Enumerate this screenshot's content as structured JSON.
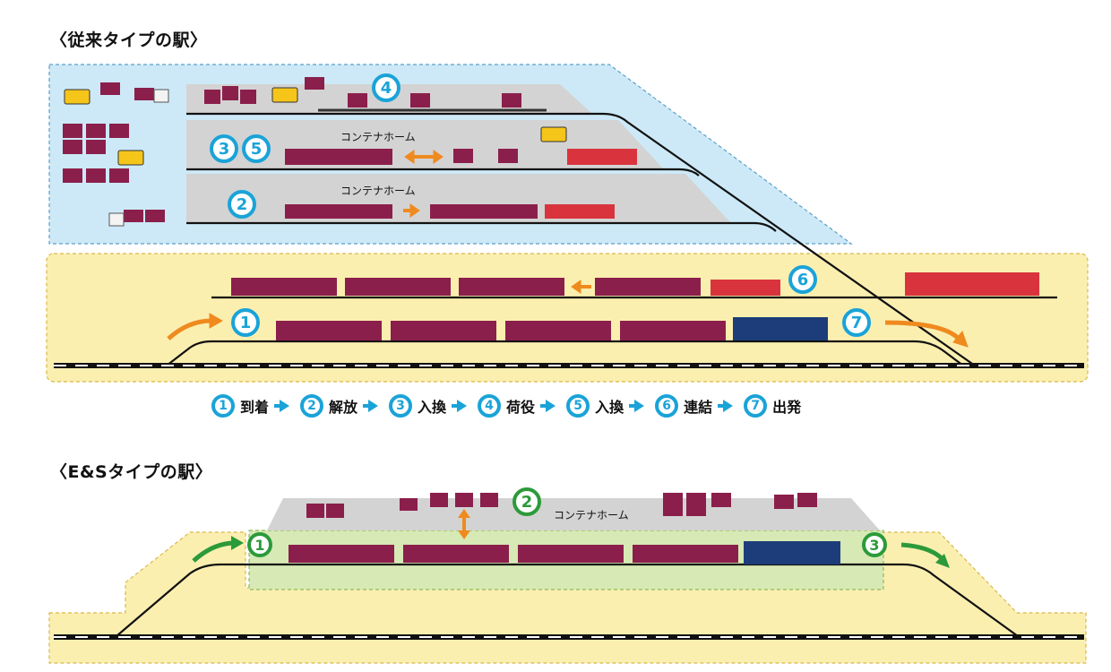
{
  "headings": {
    "conventional": "〈従来タイプの駅〉",
    "es": "〈E&Sタイプの駅〉"
  },
  "platform_label": "コンテナホーム",
  "conventional_badges": {
    "b1": "1",
    "b2": "2",
    "b3": "3",
    "b4": "4",
    "b5": "5",
    "b6": "6",
    "b7": "7"
  },
  "es_badges": {
    "b1": "1",
    "b2": "2",
    "b3": "3"
  },
  "steps": [
    {
      "num": "1",
      "label": "到着"
    },
    {
      "num": "2",
      "label": "解放"
    },
    {
      "num": "3",
      "label": "入換"
    },
    {
      "num": "4",
      "label": "荷役"
    },
    {
      "num": "5",
      "label": "入換"
    },
    {
      "num": "6",
      "label": "連結"
    },
    {
      "num": "7",
      "label": "出発"
    }
  ],
  "colors": {
    "container": "#8b1f4b",
    "yard_blue": "#cde9f7",
    "yard_yellow": "#fbefb0",
    "platform_gray": "#d3d3d3",
    "es_green": "#d7e9b4",
    "badge_blue": "#1aa3d8",
    "badge_green": "#2c9a3a",
    "arrow_orange": "#ef8a1e",
    "loco_red": "#d9343d",
    "loco_blue": "#1c3d7a",
    "forklift_yellow": "#f5c51a"
  }
}
